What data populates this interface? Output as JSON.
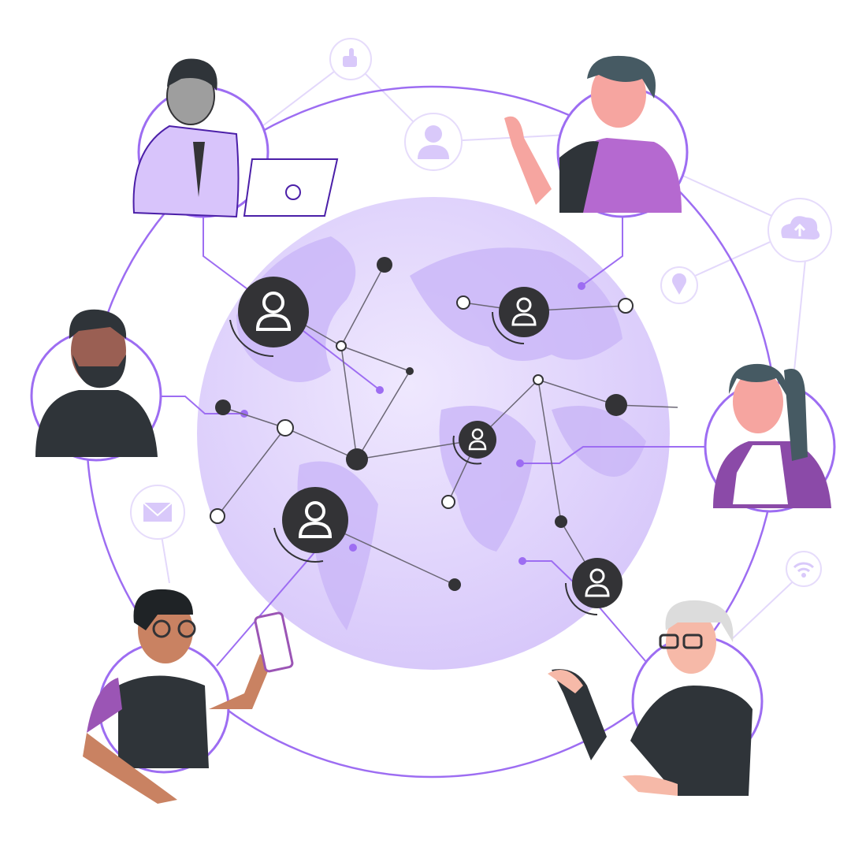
{
  "colors": {
    "background": "#ffffff",
    "ring": "#9d6df2",
    "globe": "#ddd0fb",
    "globe_land": "#c7b2f6",
    "node_dark": "#333336",
    "accent_purple": "#9d6df2",
    "faint_icon_ring": "#e6dcfb",
    "skin_light": "#f6a5a0",
    "shirt_purple": "#b569d0",
    "dark_clothing": "#2f3439"
  },
  "icons": [
    "thumbs-up-icon",
    "user-icon",
    "cloud-upload-icon",
    "location-pin-icon",
    "mail-icon",
    "wifi-icon",
    "user-node-icon"
  ],
  "people": [
    "person-laptop",
    "person-thumbs-up",
    "person-bearded",
    "person-ponytail",
    "person-phone",
    "person-elderly"
  ]
}
